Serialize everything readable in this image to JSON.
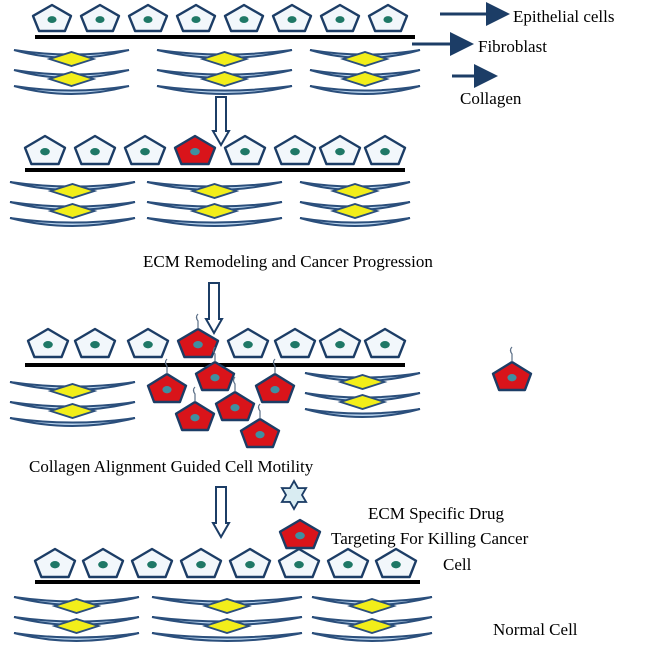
{
  "colors": {
    "epithelial_fill": "#f2f7fb",
    "outline": "#1c3d66",
    "nucleus": "#1f7866",
    "cancer_fill": "#d9141a",
    "cancer_nucleus": "#3f8fa0",
    "fibroblast": "#f2ee1a",
    "collagen_fill": "#bcd6ef",
    "collagen_stroke": "#2b4f7c",
    "membrane": "#000000",
    "drug_fill": "#d9ecf2"
  },
  "labels": {
    "epithelial": "Epithelial cells",
    "fibroblast": "Fibroblast",
    "collagen": "Collagen",
    "remodeling": "ECM Remodeling and Cancer Progression",
    "alignment": "Collagen  Alignment  Guided Cell Motility",
    "drug_line1": "ECM Specific Drug",
    "drug_line2": "Targeting For Killing  Cancer",
    "drug_line3": "Cell",
    "normal": "Normal Cell"
  },
  "stages": [
    {
      "name": "normal-tissue",
      "cancer_cells_in_layer": 0
    },
    {
      "name": "cancer-initiation",
      "cancer_cells_in_layer": 1
    },
    {
      "name": "cell-motility",
      "cancer_cells_in_layer": 1,
      "migrating_cells": 6
    },
    {
      "name": "restored-normal",
      "cancer_cells_in_layer": 0
    }
  ]
}
